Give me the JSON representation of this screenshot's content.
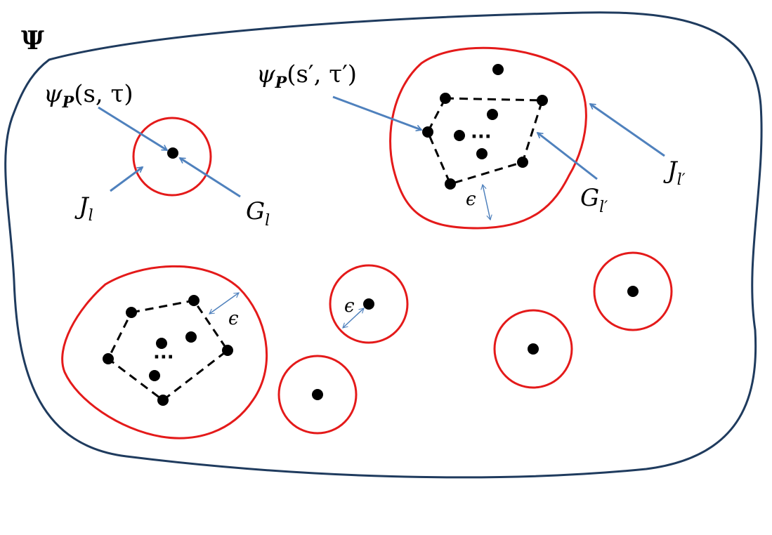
{
  "colors": {
    "region_outline": "#1f3b5e",
    "cluster_outline": "#e41a1a",
    "arrow": "#4f81bd",
    "point": "#000000",
    "hull": "#000000"
  },
  "labels": {
    "space": "Ψ",
    "psi_single": {
      "main": "ψ",
      "sub": "P",
      "args": "(s, τ)"
    },
    "psi_multi": {
      "main": "ψ",
      "sub": "P",
      "args": "(s′, τ′)"
    },
    "j_l": {
      "main": "J",
      "sub": "l"
    },
    "g_l": {
      "main": "G",
      "sub": "l"
    },
    "j_lp": {
      "main": "J",
      "sub": "l′"
    },
    "g_lp": {
      "main": "G",
      "sub": "l′"
    },
    "epsilon": "ϵ",
    "ellipsis": "···"
  }
}
